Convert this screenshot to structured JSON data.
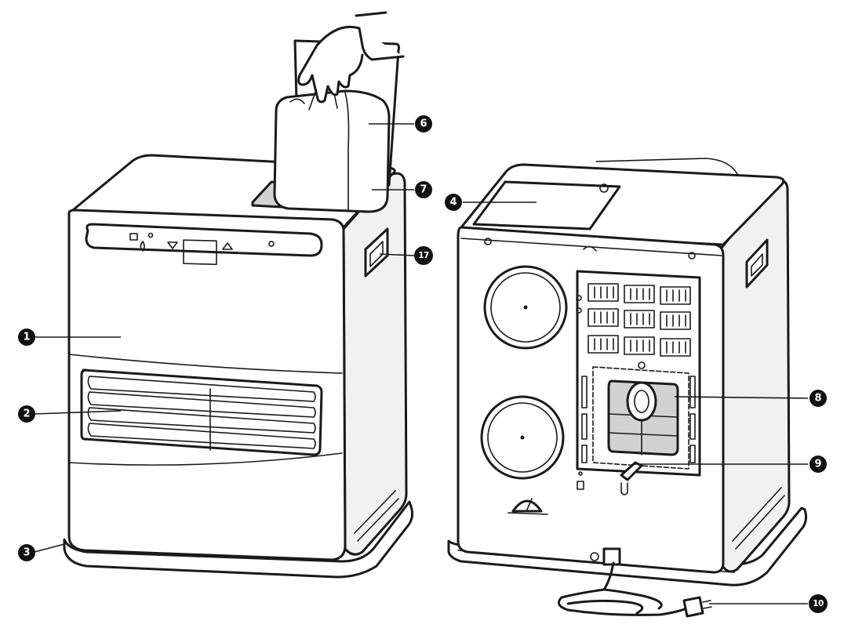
{
  "callouts": [
    {
      "id": "c1",
      "label": "1"
    },
    {
      "id": "c2",
      "label": "2"
    },
    {
      "id": "c3",
      "label": "3"
    },
    {
      "id": "c4",
      "label": "4"
    },
    {
      "id": "c6",
      "label": "6"
    },
    {
      "id": "c7",
      "label": "7"
    },
    {
      "id": "c8",
      "label": "8"
    },
    {
      "id": "c9",
      "label": "9"
    },
    {
      "id": "c10",
      "label": "10"
    },
    {
      "id": "c17",
      "label": "17"
    }
  ],
  "colors": {
    "line": "#1a1a1a",
    "badge": "#111111",
    "body_fill": "#ffffff",
    "filter_fill": "#d2d2d2"
  }
}
